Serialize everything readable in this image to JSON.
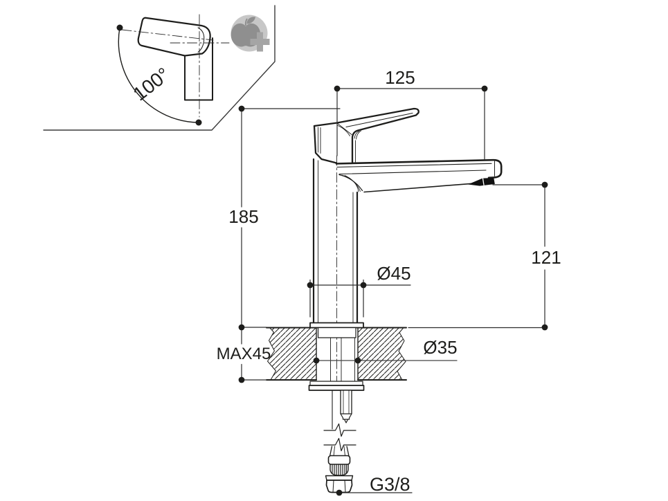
{
  "inset": {
    "angle_label": "100°",
    "icon": "apple-plus-eco-icon"
  },
  "dimensions": {
    "spout_reach": "125",
    "total_height": "185",
    "spout_height": "121",
    "base_diameter": "Ø45",
    "hole_diameter": "Ø35",
    "max_deck_thickness": "MAX45",
    "thread_size": "G3/8"
  },
  "colors": {
    "line": "#1d1d1b",
    "icon_circle": "#c7c7c7",
    "icon_apple": "#8f8f8f",
    "icon_plus": "#a5a5a5"
  }
}
